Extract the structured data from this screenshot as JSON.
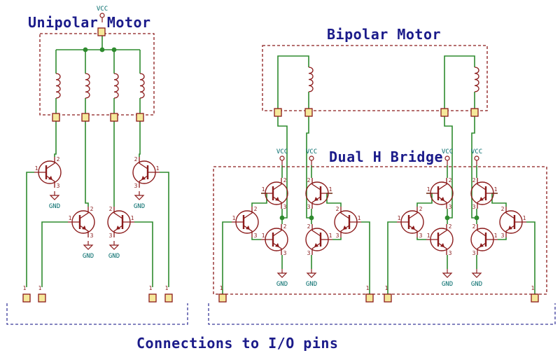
{
  "titles": {
    "unipolar": "Unipolar  Motor",
    "bipolar": "Bipolar Motor",
    "hbridge": "Dual H Bridge",
    "connections": "Connections to I/O pins"
  },
  "labels": {
    "vcc": "VCC",
    "gnd": "GND",
    "pin1": "1",
    "pin2": "2",
    "pin3": "3"
  },
  "colors": {
    "wire": "#2e8b2e",
    "component": "#8b1a1a",
    "box": "#8b1a1a",
    "connector_fill": "#f5e89a",
    "title": "#1b1b8a",
    "power_label": "#006a6a",
    "io_box": "#3a3a9a"
  },
  "icons": [
    "npn-transistor-icon",
    "inductor-coil-icon",
    "vcc-power-symbol",
    "gnd-symbol",
    "connector-pin-icon",
    "junction-dot"
  ]
}
